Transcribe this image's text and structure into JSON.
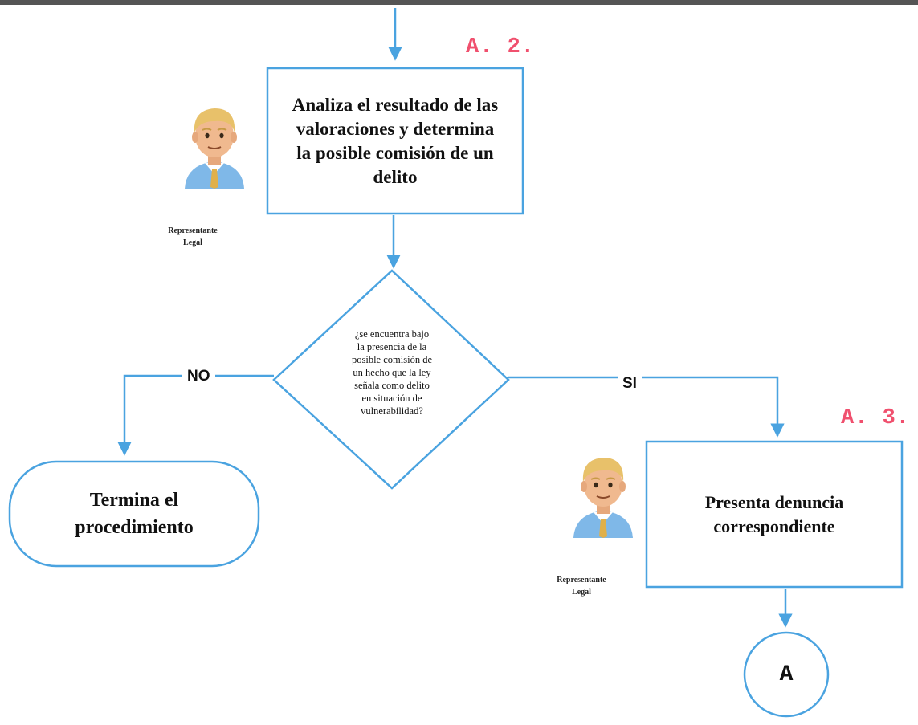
{
  "colors": {
    "connector": "#4aa3e0",
    "step_label": "#f0506e",
    "text": "#111111"
  },
  "steps": {
    "a2_label": "A. 2.",
    "a3_label": "A. 3."
  },
  "nodes": {
    "analyze": "Analiza el resultado de las\nvaloraciones y determina\nla posible comisión de un\ndelito",
    "decision": "¿se encuentra bajo\nla presencia de la\nposible comisión de\nun hecho que la ley\nseñala como delito\nen situación de\nvulnerabilidad?",
    "terminate": "Termina el\nprocedimiento",
    "report": "Presenta denuncia\ncorrespondiente",
    "connector": "A"
  },
  "branches": {
    "no": "NO",
    "yes": "SI"
  },
  "roles": {
    "top": "Representante\nLegal",
    "bottom": "Representante\nLegal"
  },
  "icons": {
    "avatar": "man-office-worker-icon"
  }
}
